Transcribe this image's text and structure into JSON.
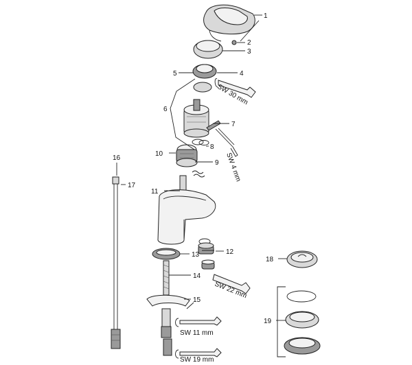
{
  "diagram": {
    "callouts": [
      "1",
      "2",
      "3",
      "4",
      "5",
      "6",
      "7",
      "8",
      "9",
      "10",
      "11",
      "12",
      "13",
      "14",
      "15",
      "16",
      "17",
      "18",
      "19"
    ],
    "tool_labels": {
      "sw30": "SW 30 mm",
      "sw4": "SW 4 mm",
      "sw22": "SW 22 mm",
      "sw11": "SW 11 mm",
      "sw19": "SW 19 mm"
    }
  },
  "icons": {
    "handle": "lever-handle-icon",
    "wrench": "wrench-icon",
    "hex_key": "hex-key-icon",
    "cartridge": "cartridge-icon",
    "spout_body": "faucet-body-icon",
    "hose": "flex-hose-icon",
    "drain": "drain-plug-icon"
  }
}
